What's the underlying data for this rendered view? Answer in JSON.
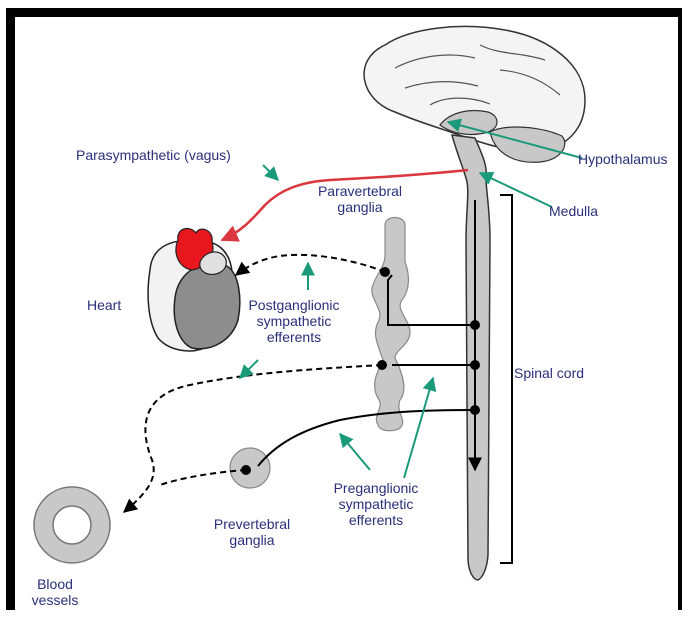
{
  "labels": {
    "parasympathetic": "Parasympathetic (vagus)",
    "hypothalamus": "Hypothalamus",
    "medulla": "Medulla",
    "paravertebral_line1": "Paravertebral",
    "paravertebral_line2": "ganglia",
    "heart": "Heart",
    "postganglionic_line1": "Postganglionic",
    "postganglionic_line2": "sympathetic",
    "postganglionic_line3": "efferents",
    "spinal_cord": "Spinal cord",
    "preganglionic_line1": "Preganglionic",
    "preganglionic_line2": "sympathetic",
    "preganglionic_line3": "efferents",
    "prevertebral_line1": "Prevertebral",
    "prevertebral_line2": "ganglia",
    "blood_vessels_line1": "Blood",
    "blood_vessels_line2": "vessels"
  },
  "colors": {
    "label_text": "#2b2f7a",
    "pointer_arrow": "#1a9a78",
    "vagus_nerve": "#d9363e",
    "heart_atrium": "#e8161d",
    "structure_fill": "#c8c8c8",
    "nerve_line": "#000000"
  }
}
